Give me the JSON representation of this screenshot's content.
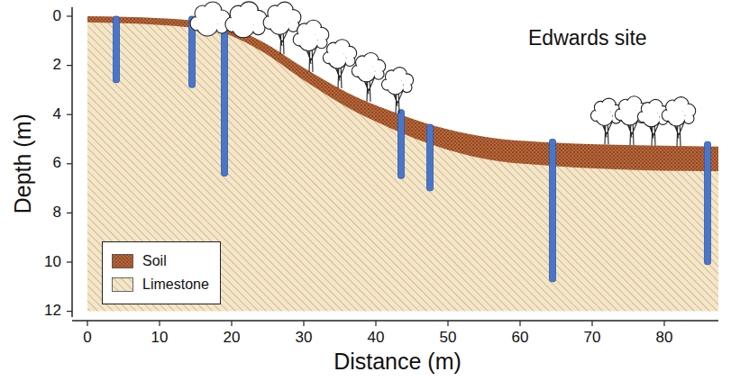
{
  "diagram": {
    "title": "Edwards site",
    "labels": [
      "Depth (m)",
      "0",
      "2",
      "4",
      "6",
      "8",
      "10",
      "12",
      "Distance (m)",
      "0",
      "10",
      "20",
      "30",
      "40",
      "50",
      "60",
      "70",
      "80"
    ],
    "legend": [
      {
        "text": "Soil"
      },
      {
        "text": "Limestone"
      }
    ]
  }
}
